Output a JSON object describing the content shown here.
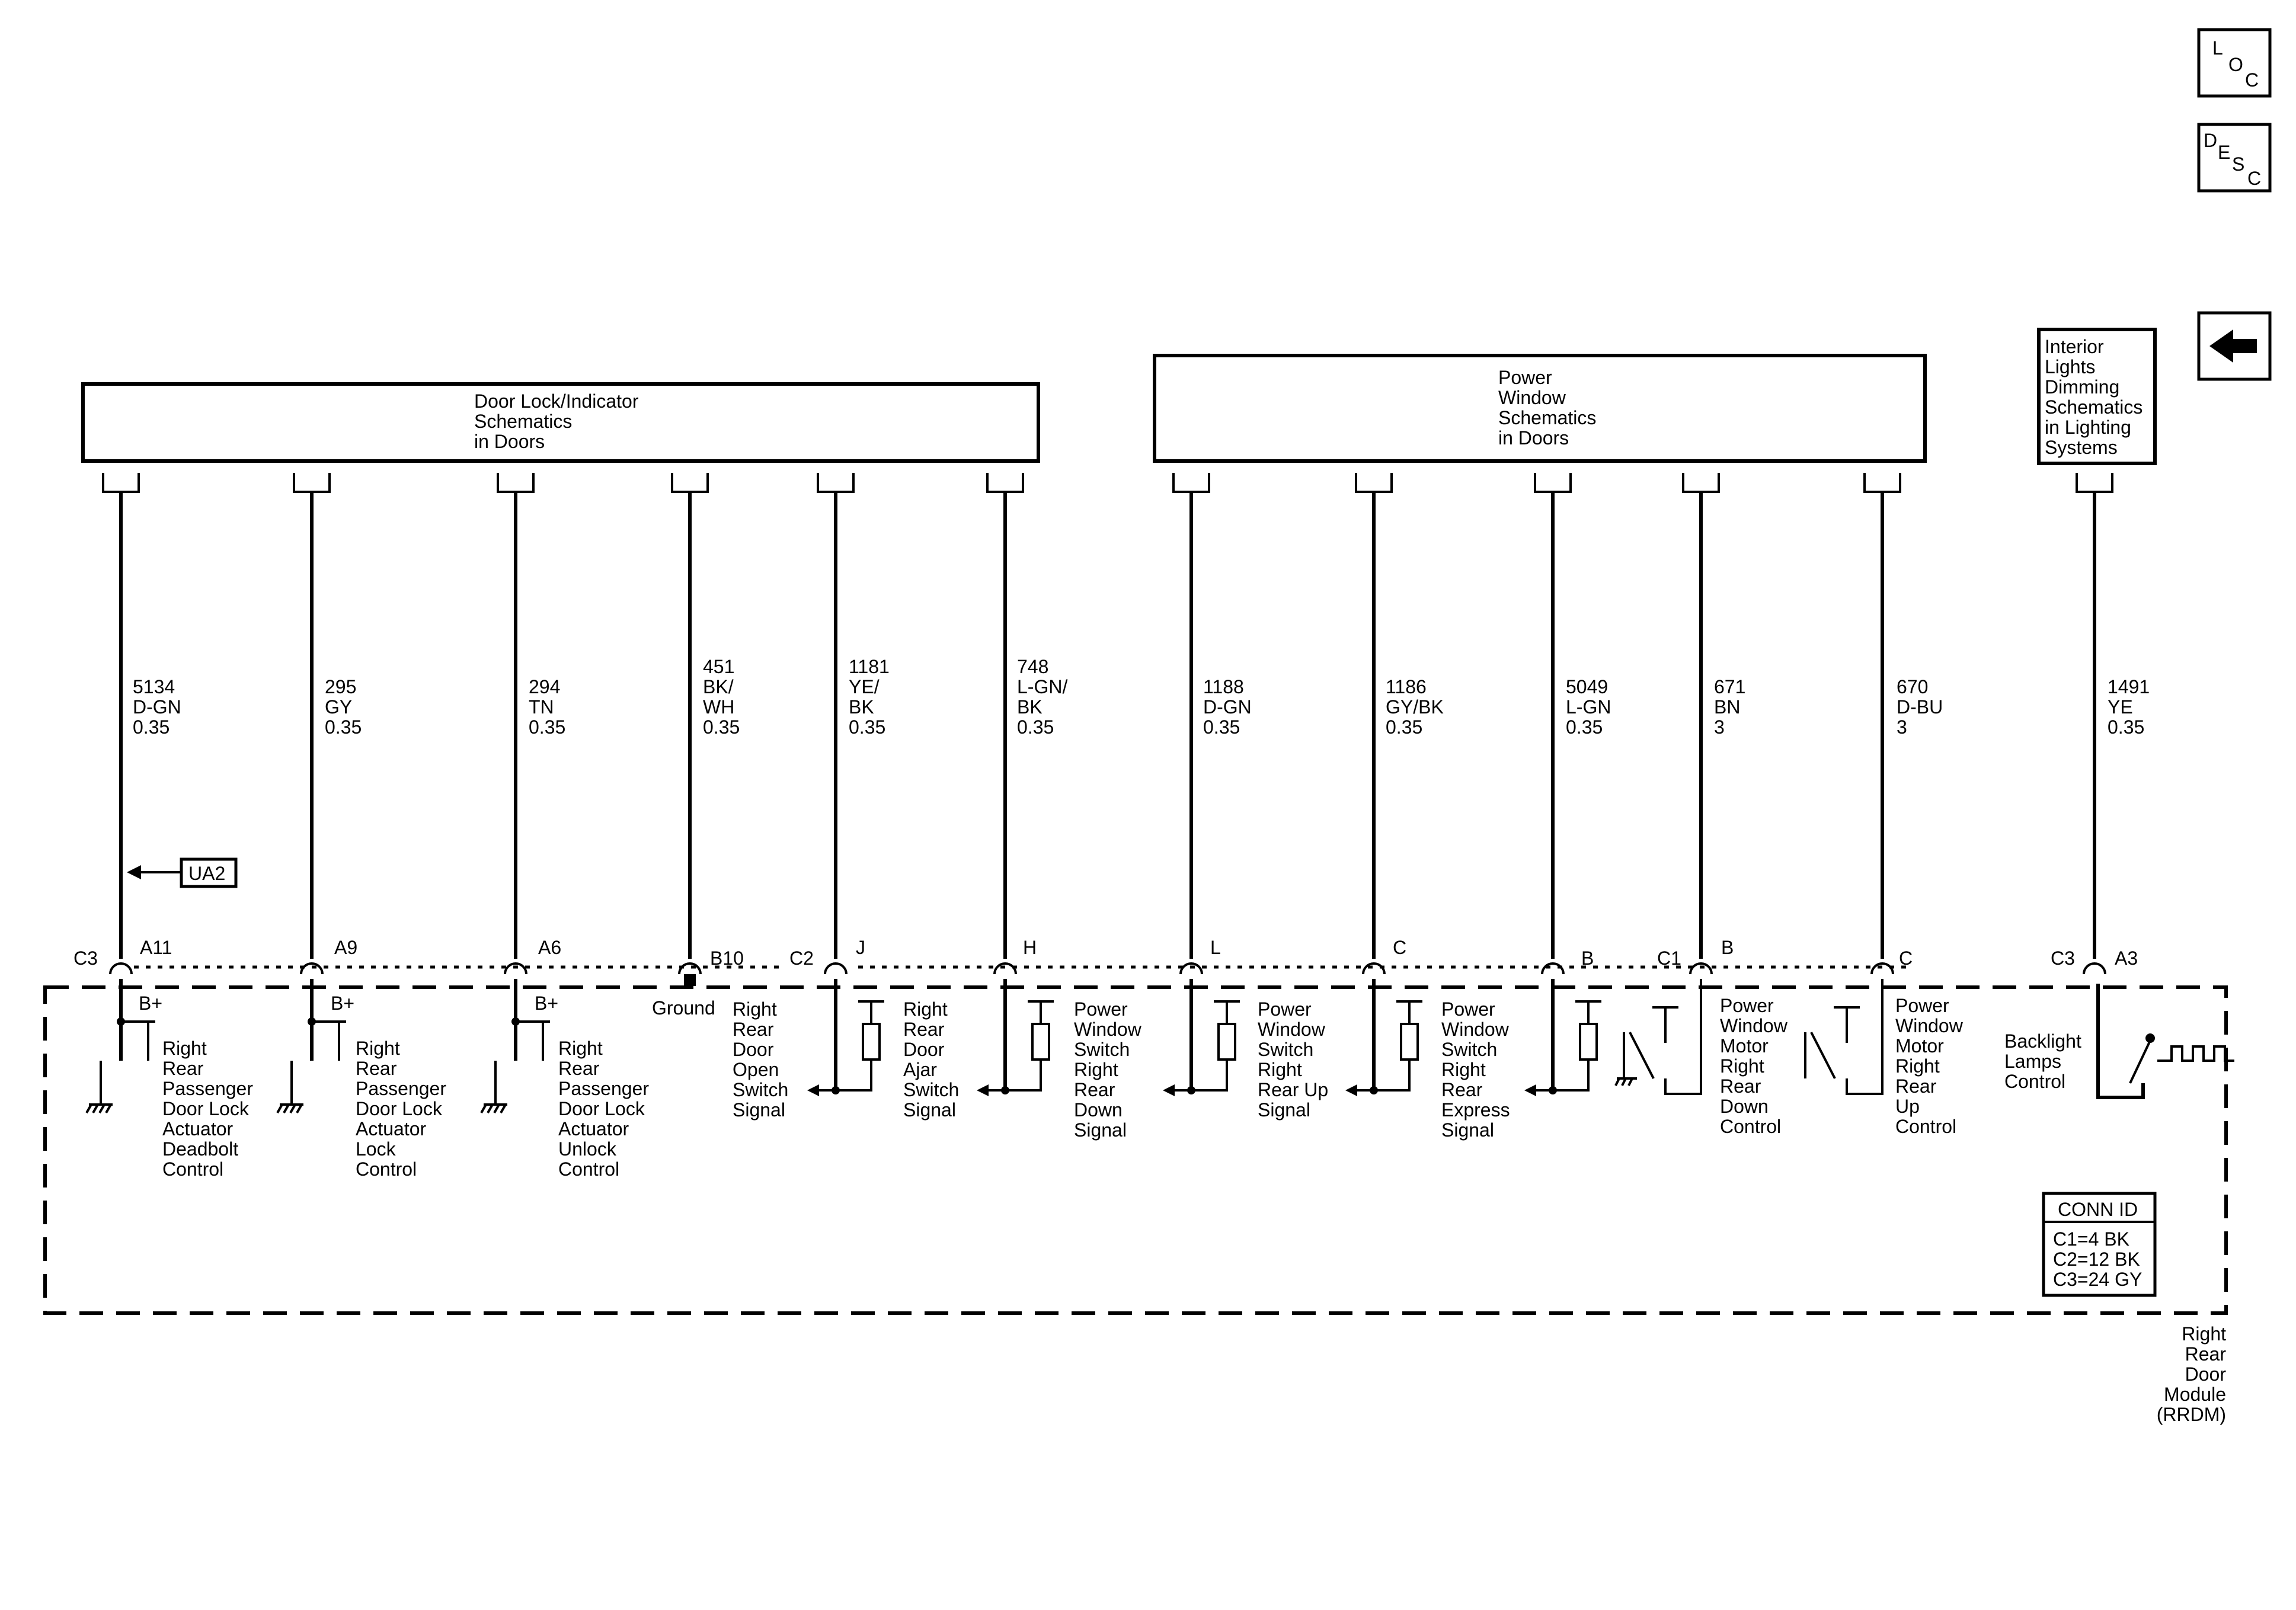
{
  "nav": {
    "loc": {
      "l": "L",
      "o": "O",
      "c": "C"
    },
    "desc": {
      "d": "D",
      "e": "E",
      "s": "S",
      "c": "C"
    }
  },
  "headers": {
    "door_lock": [
      "Door Lock/Indicator",
      "Schematics",
      "in Doors"
    ],
    "power_window": [
      "Power",
      "Window",
      "Schematics",
      "in Doors"
    ],
    "interior": [
      "Interior",
      "Lights",
      "Dimming",
      "Schematics",
      "in Lighting",
      "Systems"
    ]
  },
  "circuits": [
    {
      "lines": [
        "5134",
        "D-GN",
        "0.35"
      ],
      "left_conn": "C3",
      "pin": "A11"
    },
    {
      "lines": [
        "295",
        "GY",
        "0.35"
      ],
      "left_conn": "",
      "pin": "A9"
    },
    {
      "lines": [
        "294",
        "TN",
        "0.35"
      ],
      "left_conn": "",
      "pin": "A6"
    },
    {
      "lines": [
        "451",
        "BK/",
        "WH",
        "0.35"
      ],
      "left_conn": "",
      "pin": "B10"
    },
    {
      "lines": [
        "1181",
        "YE/",
        "BK",
        "0.35"
      ],
      "left_conn": "C2",
      "pin": "J"
    },
    {
      "lines": [
        "748",
        "L-GN/",
        "BK",
        "0.35"
      ],
      "left_conn": "",
      "pin": "H"
    },
    {
      "lines": [
        "1188",
        "D-GN",
        "0.35"
      ],
      "left_conn": "",
      "pin": "L"
    },
    {
      "lines": [
        "1186",
        "GY/BK",
        "0.35"
      ],
      "left_conn": "",
      "pin": "C"
    },
    {
      "lines": [
        "5049",
        "L-GN",
        "0.35"
      ],
      "left_conn": "",
      "pin": "B"
    },
    {
      "lines": [
        "671",
        "BN",
        "3"
      ],
      "left_conn": "C1",
      "pin": "B"
    },
    {
      "lines": [
        "670",
        "D-BU",
        "3"
      ],
      "left_conn": "",
      "pin": "C"
    },
    {
      "lines": [
        "1491",
        "YE",
        "0.35"
      ],
      "left_conn": "C3",
      "pin": "A3"
    }
  ],
  "ua2_label": "UA2",
  "bplus": "B+",
  "ground_label": "Ground",
  "functions": [
    [
      "Right",
      "Rear",
      "Passenger",
      "Door Lock",
      "Actuator",
      "Deadbolt",
      "Control"
    ],
    [
      "Right",
      "Rear",
      "Passenger",
      "Door Lock",
      "Actuator",
      "Lock",
      "Control"
    ],
    [
      "Right",
      "Rear",
      "Passenger",
      "Door Lock",
      "Actuator",
      "Unlock",
      "Control"
    ],
    [
      "Right",
      "Rear",
      "Door",
      "Open",
      "Switch",
      "Signal"
    ],
    [
      "Right",
      "Rear",
      "Door",
      "Ajar",
      "Switch",
      "Signal"
    ],
    [
      "Power",
      "Window",
      "Switch",
      "Right",
      "Rear",
      "Down",
      "Signal"
    ],
    [
      "Power",
      "Window",
      "Switch",
      "Right",
      "Rear Up",
      "Signal"
    ],
    [
      "Power",
      "Window",
      "Switch",
      "Right",
      "Rear",
      "Express",
      "Signal"
    ],
    [
      "Power",
      "Window",
      "Motor",
      "Right",
      "Rear",
      "Down",
      "Control"
    ],
    [
      "Power",
      "Window",
      "Motor",
      "Right",
      "Rear",
      "Up",
      "Control"
    ],
    [
      "Backlight",
      "Lamps",
      "Control"
    ]
  ],
  "conn_id": {
    "title": "CONN ID",
    "rows": [
      "C1=4 BK",
      "C2=12 BK",
      "C3=24 GY"
    ]
  },
  "module_name": [
    "Right",
    "Rear",
    "Door",
    "Module",
    "(RRDM)"
  ]
}
